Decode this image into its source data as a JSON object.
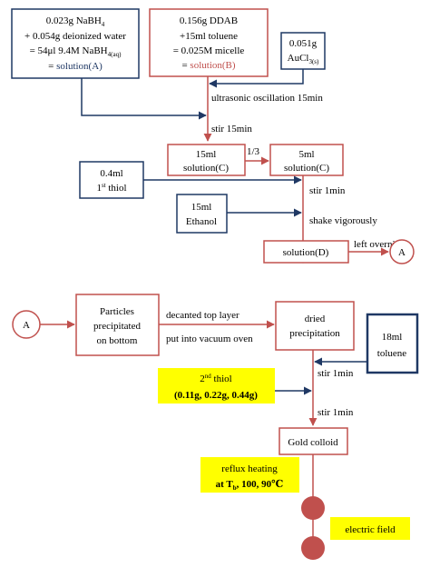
{
  "colors": {
    "blue": "#1f3864",
    "red": "#c0504d",
    "highlight": "#ffff00"
  },
  "box_a": {
    "line1": "0.023g NaBH",
    "line1_sub": "4",
    "line2": "+ 0.054g deionized water",
    "line3": "= 54μl  9.4M NaBH",
    "line3_sub": "4(aq)",
    "line4_prefix": "= ",
    "line4_solution": "solution(A)"
  },
  "box_b": {
    "line1": "0.156g DDAB",
    "line2": "+15ml toluene",
    "line3": "= 0.025M micelle",
    "line4_prefix": "= ",
    "line4_solution": "solution(B)"
  },
  "box_au": {
    "line1": "0.051g",
    "line2": "AuCl",
    "line2_sub": "3(s)"
  },
  "step_ultrasonic": "ultrasonic oscillation 15min",
  "step_stir15": "stir 15min",
  "box_c1": {
    "line1": "15ml",
    "line2": "solution(C)"
  },
  "ratio_label": "1/3",
  "box_c2": {
    "line1": "5ml",
    "line2": "solution(C)"
  },
  "box_thiol1": {
    "line1": "0.4ml",
    "line2_num": "1",
    "line2_sup": "st",
    "line2_text": " thiol"
  },
  "step_stir1_a": "stir 1min",
  "box_ethanol": {
    "line1": "15ml",
    "line2": "Ethanol"
  },
  "step_shake": "shake vigorously",
  "box_d": "solution(D)",
  "step_overnight": "left overnight",
  "connector_label": "A",
  "box_particles": {
    "line1": "Particles",
    "line2": "precipitated",
    "line3": "on bottom"
  },
  "step_decant": "decanted top layer",
  "step_vacuum": "put into vacuum oven",
  "box_dried": {
    "line1": "dried",
    "line2": "precipitation"
  },
  "box_toluene": {
    "line1": "18ml",
    "line2": "toluene"
  },
  "step_stir1_b": "stir 1min",
  "thiol2": {
    "line1_num": "2",
    "line1_sup": "nd",
    "line1_text": " thiol",
    "line2": "(0.11g, 0.22g, 0.44g)"
  },
  "step_stir1_c": "stir 1min",
  "box_gold": "Gold colloid",
  "reflux": {
    "line1": "reflux heating",
    "line2_prefix": "at T",
    "line2_sub": "b",
    "line2_suffix": ", 100, 90℃"
  },
  "electric_field": "electric field"
}
